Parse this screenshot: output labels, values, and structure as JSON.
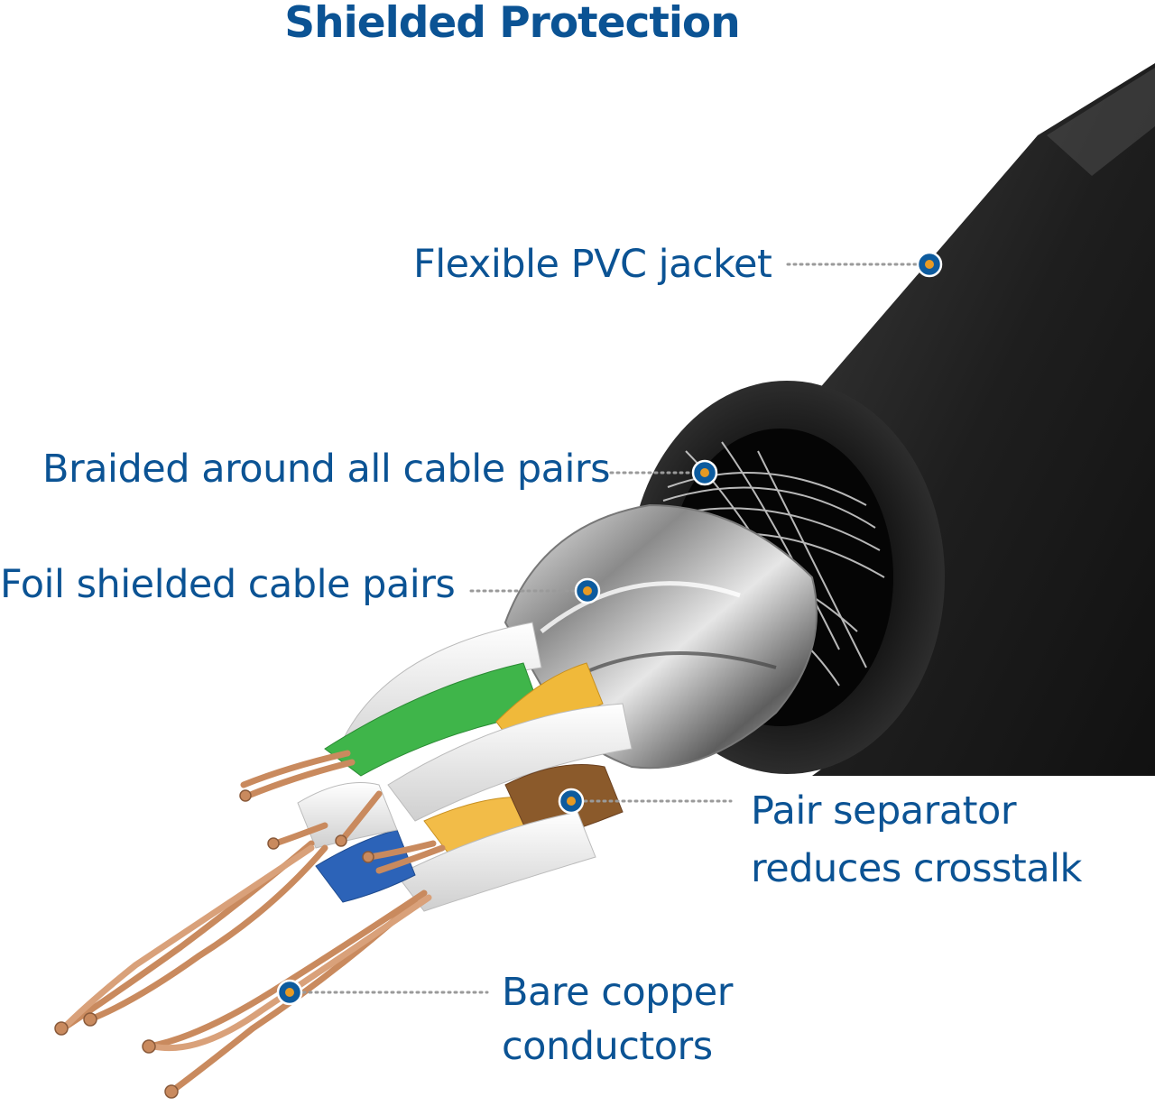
{
  "title": "Shielded Protection",
  "colors": {
    "text": "#0b5394",
    "marker_ring": "#0d5b9e",
    "marker_center": "#e69a24",
    "leader": "#9a9a9a",
    "jacket": "#262626",
    "copper": "#c98a5e"
  },
  "callouts": [
    {
      "id": "jacket",
      "lines": [
        "Flexible PVC jacket"
      ]
    },
    {
      "id": "braid",
      "lines": [
        "Braided around all cable pairs"
      ]
    },
    {
      "id": "foil",
      "lines": [
        "Foil shielded cable pairs"
      ]
    },
    {
      "id": "separator",
      "lines": [
        "Pair separator",
        "reduces crosstalk"
      ]
    },
    {
      "id": "copper",
      "lines": [
        "Bare copper",
        "conductors"
      ]
    }
  ]
}
